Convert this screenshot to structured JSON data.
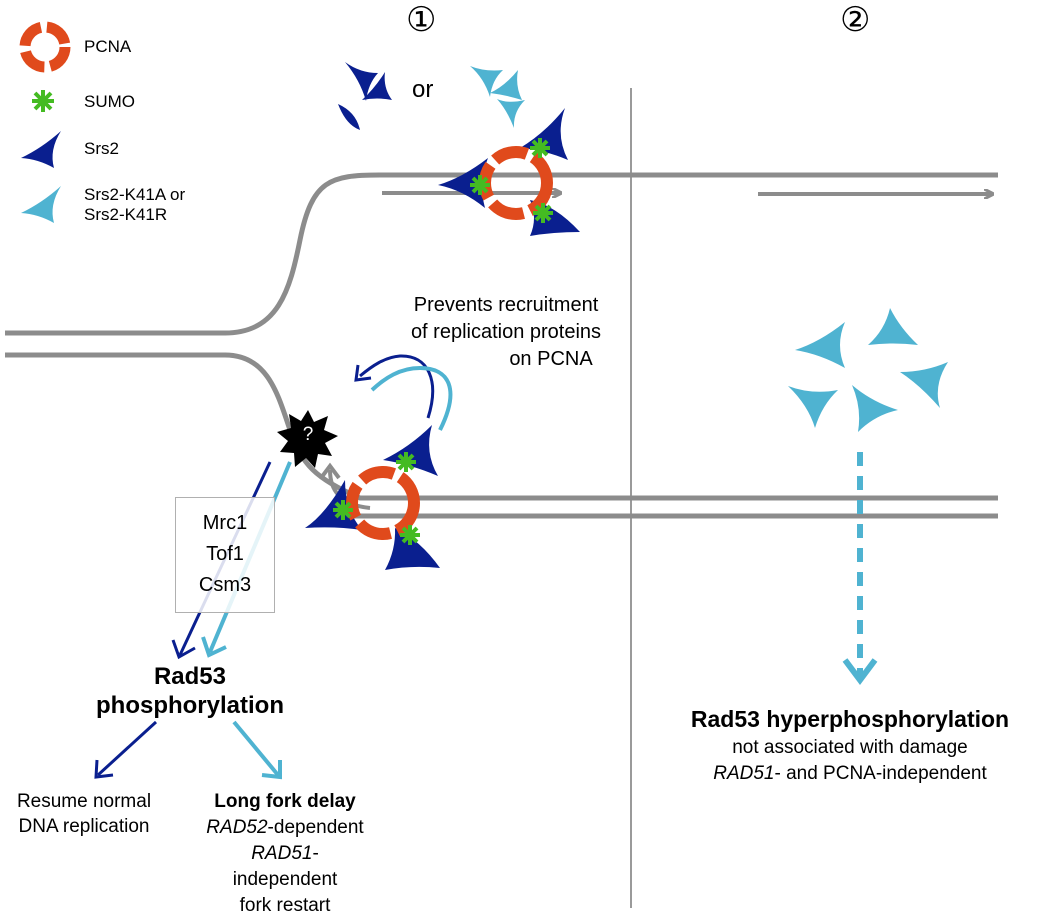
{
  "colors": {
    "dna": "#8c8c8c",
    "pcna": "#e04a1c",
    "sumo": "#44bb22",
    "srs2": "#0a1f8f",
    "srs2_mutant": "#4fb3d1",
    "damage": "#000000",
    "divider": "#9a9a9a"
  },
  "legend": {
    "pcna": {
      "label": "PCNA",
      "icon": "pcna-ring-icon"
    },
    "sumo": {
      "label": "SUMO",
      "icon": "sumo-star-icon"
    },
    "srs2": {
      "label": "Srs2",
      "icon": "srs2-triangle-icon"
    },
    "srs2_mutant": {
      "label_line1": "Srs2-K41A or",
      "label_line2": "Srs2-K41R",
      "icon": "srs2-mutant-triangle-icon"
    }
  },
  "panel1": {
    "number": "①",
    "or_text": "or"
  },
  "panel2": {
    "number": "②"
  },
  "prevents": {
    "line1": "Prevents recruitment",
    "line2": "of replication proteins",
    "line3": "on PCNA"
  },
  "damage": {
    "symbol": "?"
  },
  "checkpoint_box": {
    "line1": "Mrc1",
    "line2": "Tof1",
    "line3": "Csm3"
  },
  "rad53": {
    "line1": "Rad53",
    "line2": "phosphorylation"
  },
  "outcome_left": {
    "line1": "Resume normal",
    "line2": "DNA replication"
  },
  "outcome_right": {
    "title": "Long fork delay",
    "line2_italic": "RAD52",
    "line2_rest": "-dependent",
    "line3_italic": "RAD51",
    "line3_rest": "-independent",
    "line4": "fork restart"
  },
  "panel2_outcome": {
    "title": "Rad53 hyperphosphorylation",
    "line2": "not associated with damage",
    "line3_italic": "RAD51",
    "line3_rest": "- and PCNA-independent"
  }
}
